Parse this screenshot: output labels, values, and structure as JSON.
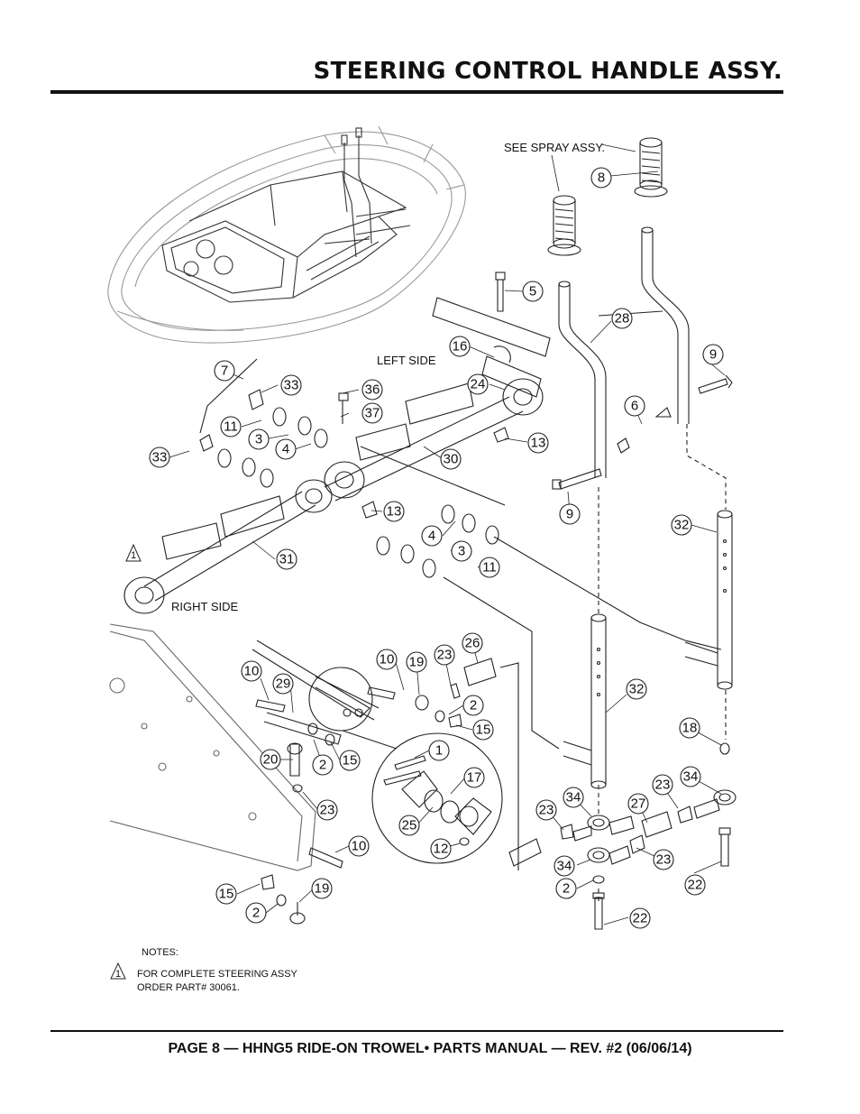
{
  "header": {
    "title": "STEERING CONTROL HANDLE ASSY."
  },
  "footer": {
    "text": "PAGE 8 — HHNG5 RIDE-ON TROWEL• PARTS MANUAL — REV. #2 (06/06/14)"
  },
  "labels": {
    "see_spray": "SEE SPRAY ASSY.",
    "left_side": "LEFT SIDE",
    "right_side": "RIGHT SIDE"
  },
  "notes": {
    "title": "NOTES:",
    "marker": "1",
    "line1": "FOR COMPLETE STEERING ASSY",
    "line2": "ORDER PART# 30061."
  },
  "callouts": {
    "c8": "8",
    "c5": "5",
    "c28": "28",
    "c9a": "9",
    "c16": "16",
    "c24": "24",
    "c6": "6",
    "c13a": "13",
    "c30": "30",
    "c9b": "9",
    "c7": "7",
    "c33a": "33",
    "c36": "36",
    "c37": "37",
    "c11a": "11",
    "c3a": "3",
    "c4a": "4",
    "c33b": "33",
    "c13b": "13",
    "c4b": "4",
    "c3b": "3",
    "c11b": "11",
    "c32a": "32",
    "c31": "31",
    "c1tri": "1",
    "c10a": "10",
    "c19a": "19",
    "c23a": "23",
    "c26": "26",
    "c10b": "10",
    "c29": "29",
    "c2a": "2",
    "c15a": "15",
    "c32b": "32",
    "c18": "18",
    "c20": "20",
    "c2b": "2",
    "c15b": "15",
    "c1": "1",
    "c17": "17",
    "c25": "25",
    "c12": "12",
    "c23b": "23",
    "c34a": "34",
    "c23c": "23",
    "c27": "27",
    "c34b": "34",
    "c23d": "23",
    "c10c": "10",
    "c34c": "34",
    "c23e": "23",
    "c15c": "15",
    "c19b": "19",
    "c2c": "2",
    "c2d": "2",
    "c22a": "22",
    "c22b": "22"
  }
}
